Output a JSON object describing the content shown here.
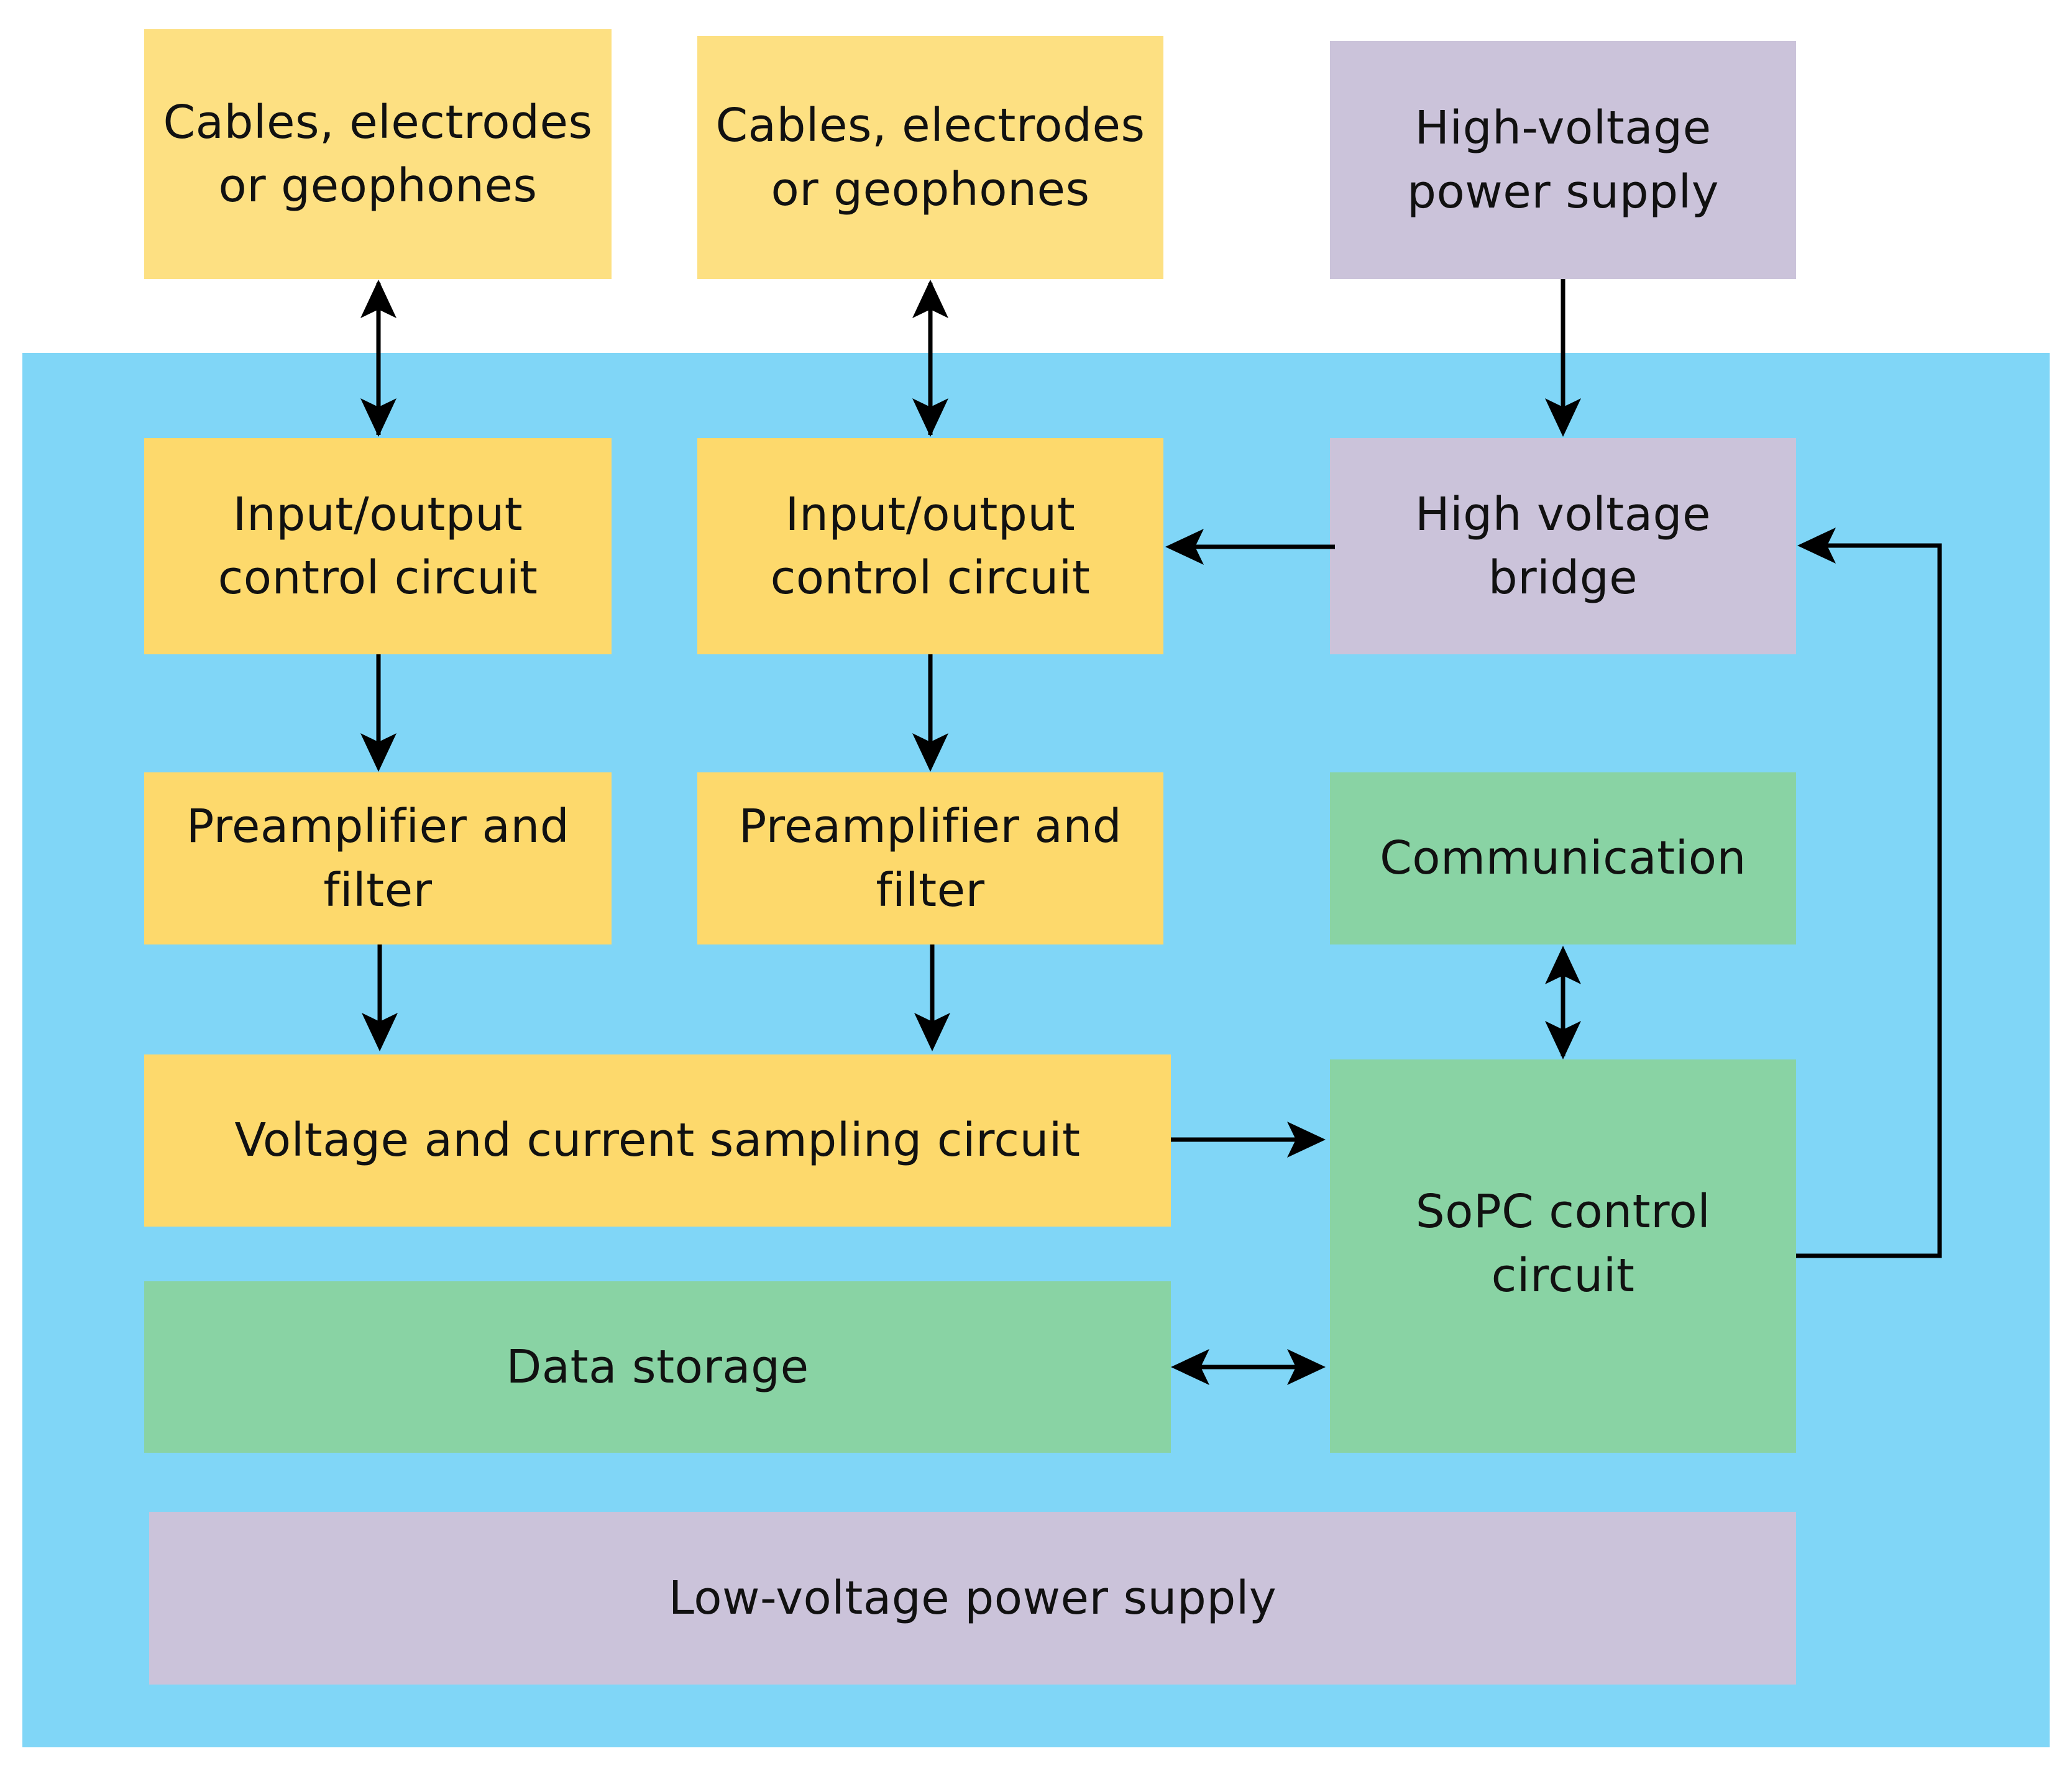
{
  "colors": {
    "background": "#ffffff",
    "board": "#80d6f7",
    "signal_block": "#fdd96c",
    "cable_block": "#fde082",
    "control_block": "#89d3a4",
    "power_block": "#cbc3da",
    "arrow": "#000000"
  },
  "blocks": {
    "cables_left": {
      "line1": "Cables, electrodes",
      "line2": "or geophones"
    },
    "cables_right": {
      "line1": "Cables, electrodes",
      "line2": "or geophones"
    },
    "hv_supply": {
      "line1": "High-voltage",
      "line2": "power supply"
    },
    "io_left": {
      "line1": "Input/output",
      "line2": "control circuit"
    },
    "io_right": {
      "line1": "Input/output",
      "line2": "control circuit"
    },
    "hv_bridge": {
      "line1": "High voltage",
      "line2": "bridge"
    },
    "preamp_left": {
      "line1": "Preamplifier and",
      "line2": "filter"
    },
    "preamp_right": {
      "line1": "Preamplifier and",
      "line2": "filter"
    },
    "communication": {
      "label": "Communication"
    },
    "sampling": {
      "label": "Voltage and current sampling circuit"
    },
    "sopc": {
      "line1": "SoPC control",
      "line2": "circuit"
    },
    "storage": {
      "label": "Data storage"
    },
    "lv_supply": {
      "label": "Low-voltage power supply"
    }
  }
}
